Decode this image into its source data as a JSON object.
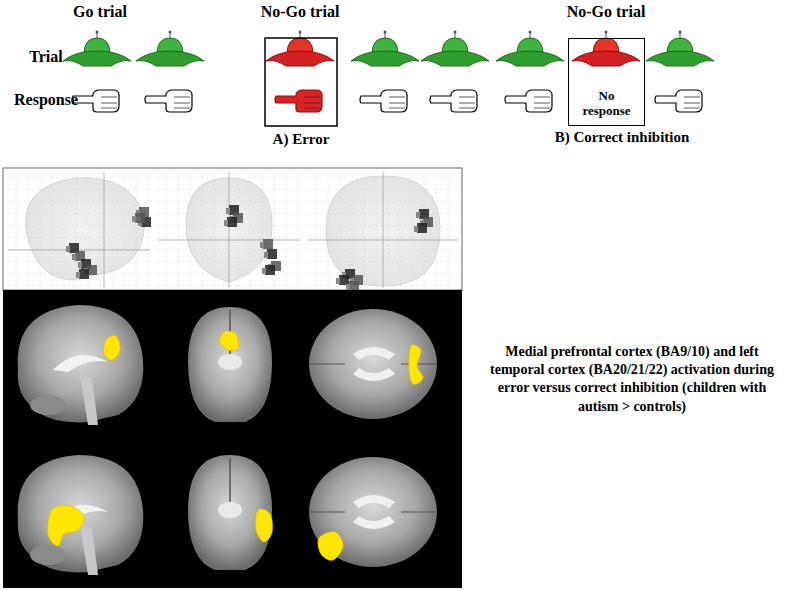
{
  "diagram": {
    "caption": "Medial prefrontal cortex (BA9/10) and left temporal cortex (BA20/21/22) activation during error versus correct inhibition (children with autism > controls)",
    "nodes": [
      {
        "text": [
          "No response"
        ]
      }
    ],
    "labels": [
      "Go trial",
      "No-Go trial",
      "No-Go trial",
      "Trial",
      "Response",
      "A) Error",
      "B) Correct inhibition"
    ]
  }
}
